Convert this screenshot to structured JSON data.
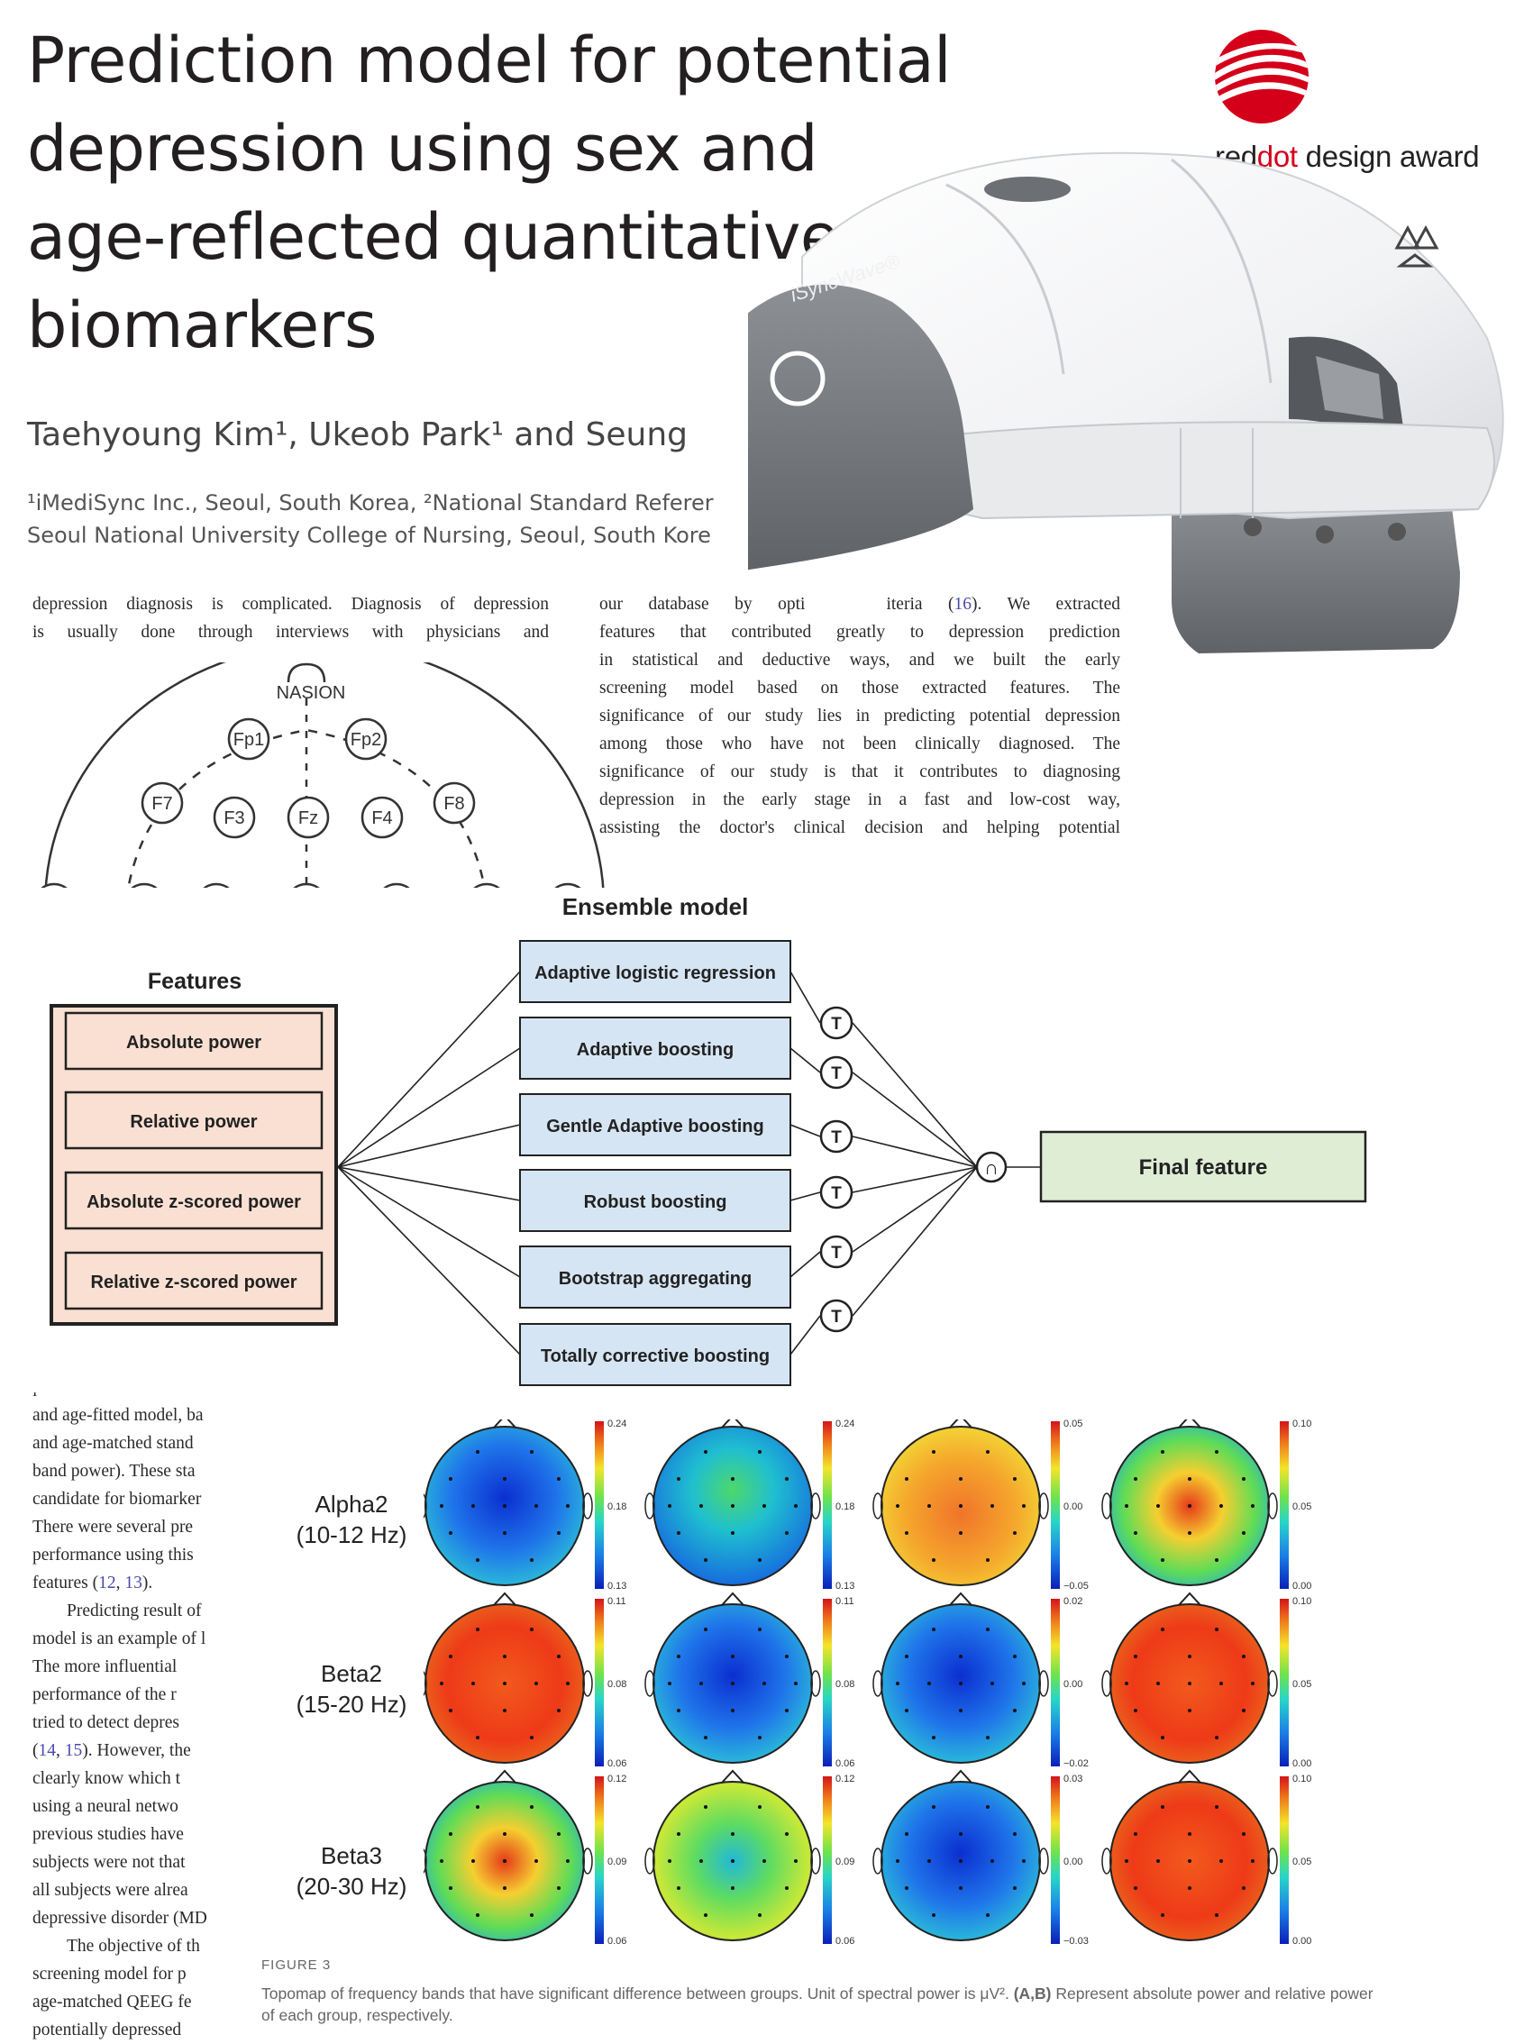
{
  "paper": {
    "title_lines": [
      "Prediction model for potential",
      "depression using sex and",
      "age-reflected quantitative",
      "biomarkers"
    ],
    "authors": "Taehyoung Kim¹, Ukeob Park¹ and Seung",
    "affiliation_1": "¹iMediSync Inc., Seoul, South Korea, ²National Standard Referer",
    "affiliation_2": "Seoul National University College of Nursing, Seoul, South Kore"
  },
  "left_top_text": [
    "depression diagnosis is complicated. Diagnosis of depression",
    "is usually done through interviews with physicians and"
  ],
  "right_top_text": {
    "line0": [
      "our database by opti",
      "iteria (",
      "16",
      "). We extracted"
    ],
    "lines": [
      "features that contributed greatly to depression prediction",
      "in statistical and deductive ways, and we built the early",
      "screening model based on those extracted features. The",
      "significance of our study lies in predicting potential depression",
      "among those who have not been clinically diagnosed. The",
      "significance of our study is that it contributes to diagnosing",
      "depression in the early stage in a fast and low-cost way,",
      "assisting the doctor's clinical decision and helping potential"
    ]
  },
  "electrode_map": {
    "nasion": "NASION",
    "electrodes": [
      "Fp1",
      "Fp2",
      "F7",
      "F3",
      "Fz",
      "F4",
      "F8"
    ]
  },
  "logo": {
    "brand_a": "red",
    "brand_b": "dot",
    "brand_c": " design award"
  },
  "device": {
    "brand": "iSyncWave®"
  },
  "cropped_letters": [
    "s",
    "t",
    "a",
    "t",
    "",
    "l",
    "a",
    "r",
    "i"
  ],
  "left_narrow_text": [
    {
      "t": "and age-fitted model, ba"
    },
    {
      "t": "and age-matched stand"
    },
    {
      "t": "band power). These sta"
    },
    {
      "t": "candidate for biomarker"
    },
    {
      "t": "There were several pre"
    },
    {
      "t": "performance using this"
    },
    {
      "t": "features (12, 13).",
      "links": true
    },
    {
      "t": "Predicting result of",
      "indent": true
    },
    {
      "t": "model is an example of l"
    },
    {
      "t": "The more influential"
    },
    {
      "t": "performance of the r"
    },
    {
      "t": "tried to detect depres"
    },
    {
      "t": "(14, 15). However, the",
      "links": true
    },
    {
      "t": "clearly know which t"
    },
    {
      "t": "using a neural netwo"
    },
    {
      "t": "previous studies have"
    },
    {
      "t": "subjects were not that"
    },
    {
      "t": "all subjects were alrea"
    },
    {
      "t": "depressive disorder (MD"
    },
    {
      "t": "The objective of th",
      "indent": true
    },
    {
      "t": "screening model for p"
    },
    {
      "t": "age-matched QEEG fe"
    },
    {
      "t": "potentially depressed"
    }
  ],
  "ensemble": {
    "title": "Ensemble model",
    "features_title": "Features",
    "features": [
      "Absolute power",
      "Relative power",
      "Absolute z-scored power",
      "Relative z-scored power"
    ],
    "models": [
      "Adaptive logistic regression",
      "Adaptive boosting",
      "Gentle Adaptive boosting",
      "Robust boosting",
      "Bootstrap aggregating",
      "Totally corrective boosting"
    ],
    "threshold_symbol": "T",
    "intersection_symbol": "∩",
    "output": "Final feature"
  },
  "topomap": {
    "rows": [
      {
        "band": "Alpha2",
        "hz": "(10-12 Hz)"
      },
      {
        "band": "Beta2",
        "hz": "(15-20 Hz)"
      },
      {
        "band": "Beta3",
        "hz": "(20-30 Hz)"
      }
    ],
    "colorbar_ticks": [
      [
        [
          "0.24",
          "0.18",
          "0.13"
        ],
        [
          "0.24",
          "0.18",
          "0.13"
        ],
        [
          "0.05",
          "0.00",
          "−0.05"
        ],
        [
          "0.10",
          "0.05",
          "0.00"
        ]
      ],
      [
        [
          "0.11",
          "0.08",
          "0.06"
        ],
        [
          "0.11",
          "0.08",
          "0.06"
        ],
        [
          "0.02",
          "0.00",
          "−0.02"
        ],
        [
          "0.10",
          "0.05",
          "0.00"
        ]
      ],
      [
        [
          "0.12",
          "0.09",
          "0.06"
        ],
        [
          "0.12",
          "0.09",
          "0.06"
        ],
        [
          "0.03",
          "0.00",
          "−0.03"
        ],
        [
          "0.10",
          "0.05",
          "0.00"
        ]
      ]
    ],
    "figure_label": "FIGURE 3",
    "caption_a": "Topomap of frequency bands that have significant difference between groups. Unit of spectral power is μV².",
    "caption_b": "(A,B)",
    "caption_c": "Represent absolute power and relative power of each group, respectively."
  },
  "colors": {
    "feature_fill": "#f9e0d2",
    "model_fill": "#d6e5f3",
    "output_fill": "#dfedd5",
    "reddot": "#d4001a"
  }
}
